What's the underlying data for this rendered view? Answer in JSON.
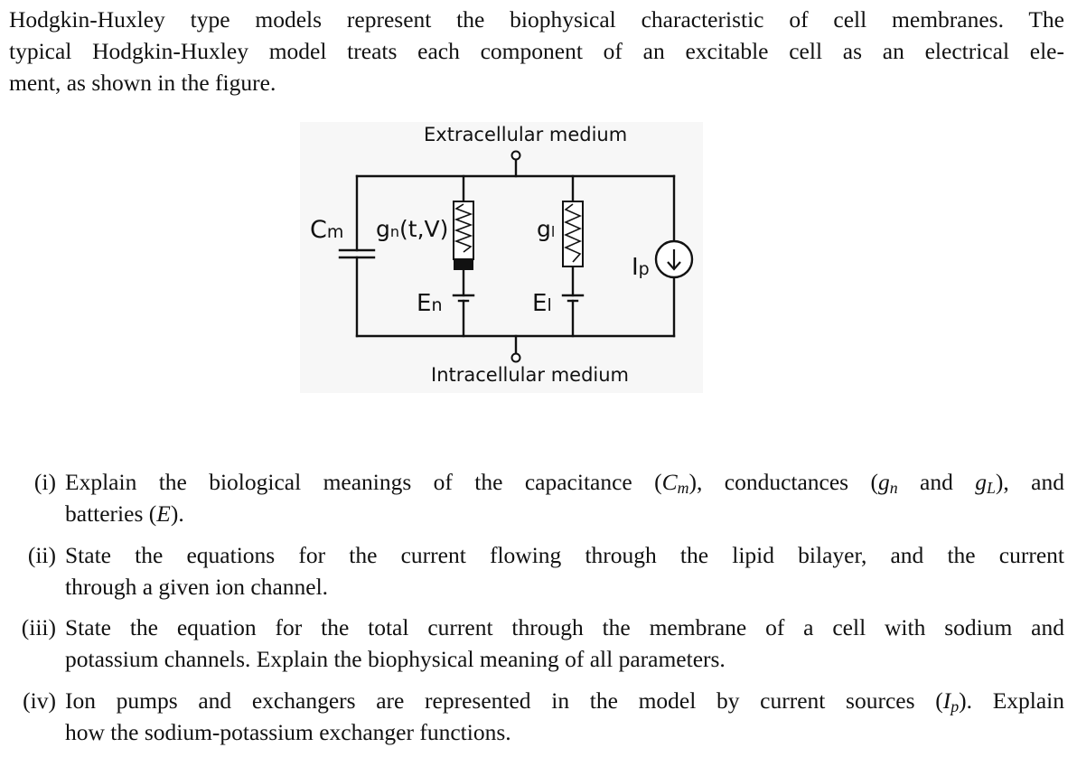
{
  "intro": {
    "line1": "Hodgkin-Huxley type models represent the biophysical characteristic of cell membranes. The",
    "line2": "typical Hodgkin-Huxley model treats each component of an excitable cell as an electrical ele-",
    "line3": "ment, as shown in the figure."
  },
  "figure": {
    "extracellular": "Extracellular medium",
    "intracellular": "Intracellular medium",
    "cm_label": "C",
    "cm_sub": "m",
    "gn_label": "g",
    "gn_sub": "n",
    "gn_args": "(t,V)",
    "gl_label": "g",
    "gl_sub": "l",
    "en_label": "E",
    "en_sub": "n",
    "el_label": "E",
    "el_sub": "l",
    "ip_label": "I",
    "ip_sub": "p"
  },
  "questions": [
    {
      "num": "(i)",
      "line1_a": "Explain the biological meanings of the capacitance (",
      "cm": "C",
      "cm_sub": "m",
      "line1_b": "), conductances (",
      "gn": "g",
      "gn_sub": "n",
      "and": " and ",
      "gl": "g",
      "gl_sub": "L",
      "line1_c": "), and",
      "line2_a": "batteries (",
      "e": "E",
      "line2_b": ")."
    },
    {
      "num": "(ii)",
      "line1": "State the equations for the current flowing through the lipid bilayer, and the current",
      "line2": "through a given ion channel."
    },
    {
      "num": "(iii)",
      "line1": "State the equation for the total current through the membrane of a cell with sodium and",
      "line2": "potassium channels. Explain the biophysical meaning of all parameters."
    },
    {
      "num": "(iv)",
      "line1_a": "Ion pumps and exchangers are represented in the model by current sources (",
      "ip": "I",
      "ip_sub": "p",
      "line1_b": "). Explain",
      "line2": "how the sodium-potassium exchanger functions."
    }
  ]
}
